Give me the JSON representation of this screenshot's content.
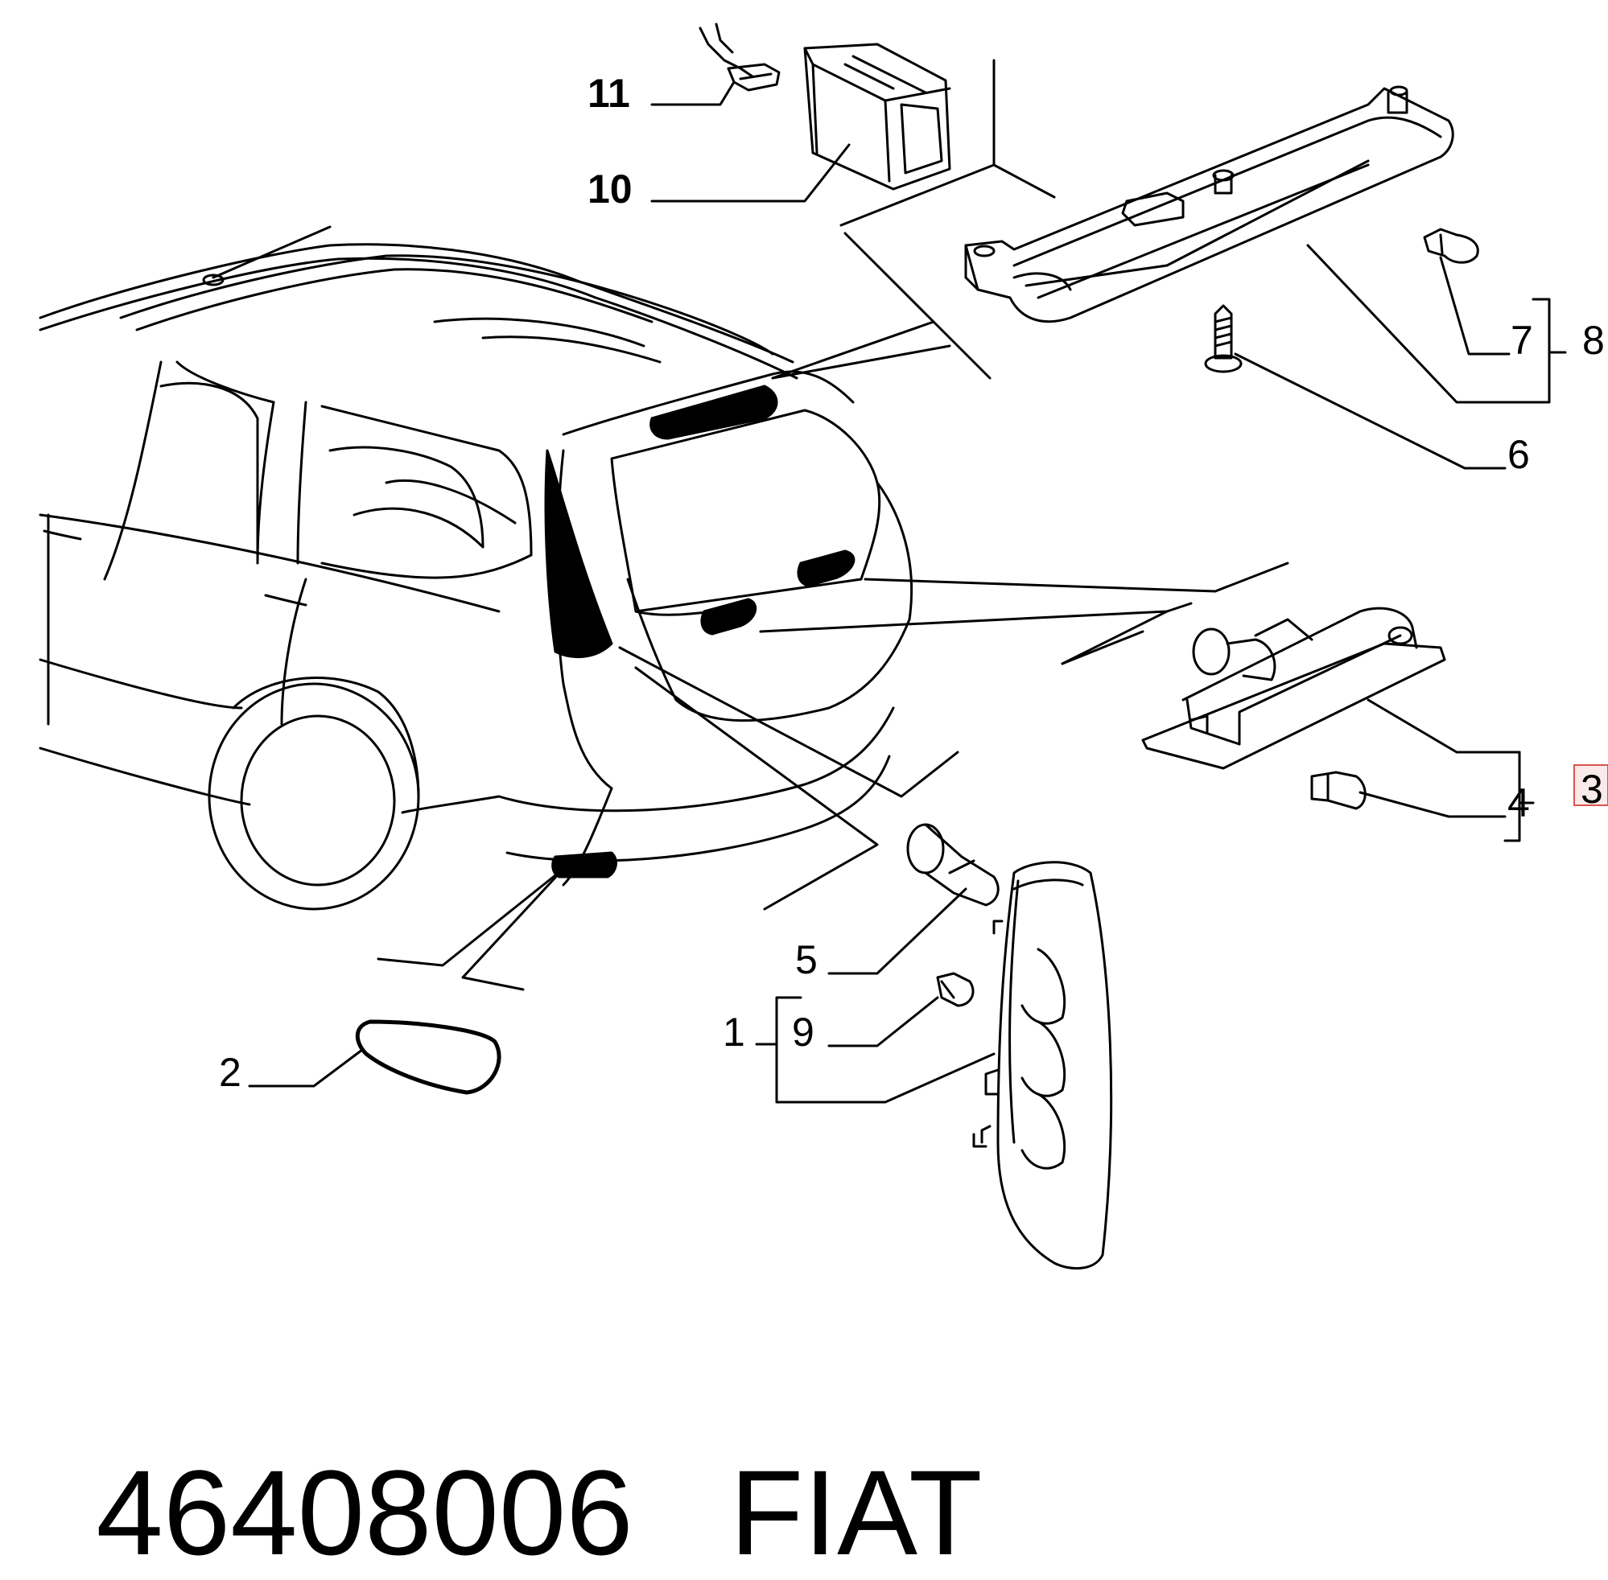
{
  "diagram": {
    "callouts": {
      "c1": "1",
      "c2": "2",
      "c3": "3",
      "c4": "4",
      "c5": "5",
      "c6": "6",
      "c7": "7",
      "c8": "8",
      "c9": "9",
      "c10": "10",
      "c11": "11"
    },
    "highlighted_callout": "3",
    "highlight_color": "#d9534f",
    "line_color": "#000000"
  },
  "caption": {
    "part_number": "46408006",
    "brand": "FIAT"
  }
}
